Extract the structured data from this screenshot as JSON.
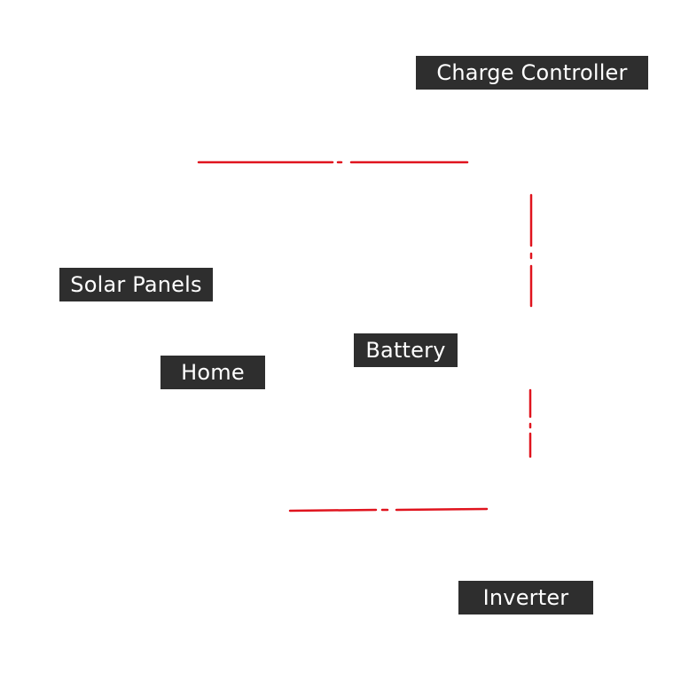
{
  "diagram": {
    "nodes": {
      "charge_controller": "Charge Controller",
      "solar_panels": "Solar Panels",
      "home": "Home",
      "battery": "Battery",
      "inverter": "Inverter"
    },
    "connector_style": "dash-dot",
    "colors": {
      "label_background": "#2e2e2e",
      "label_text": "#ffffff",
      "connector": "#e0141e",
      "background": "#ffffff"
    }
  }
}
